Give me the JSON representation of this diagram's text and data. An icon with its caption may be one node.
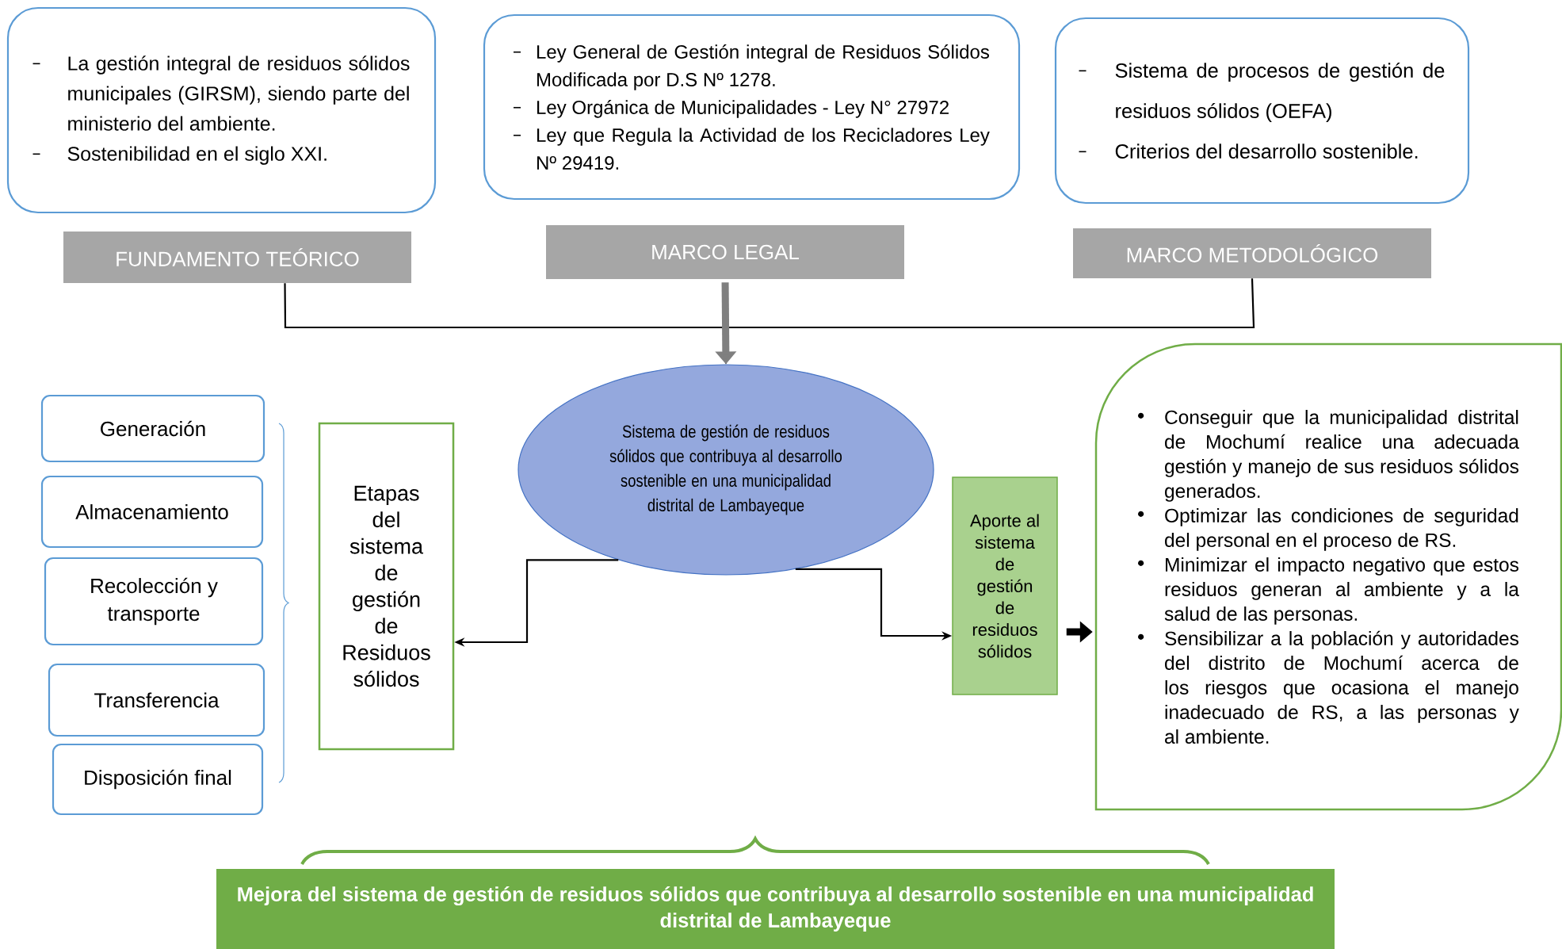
{
  "diagram": {
    "nodes": [
      {
        "text": [
          "La gestión integral de residuos sólidos municipales (GIRSM), siendo parte del ministerio del ambiente.",
          "Sostenibilidad en el siglo XXI."
        ]
      },
      {
        "text": [
          "FUNDAMENTO TEÓRICO"
        ]
      },
      {
        "text": [
          "Ley General de Gestión integral de Residuos Sólidos Modificada por D.S Nº 1278.",
          "Ley Orgánica de Municipalidades - Ley N° 27972",
          "Ley que Regula la Actividad de los Recicladores Ley Nº 29419."
        ]
      },
      {
        "text": [
          "MARCO LEGAL"
        ]
      },
      {
        "text": [
          "Sistema de procesos de gestión de residuos sólidos (OEFA)",
          "Criterios del desarrollo sostenible."
        ]
      },
      {
        "text": [
          "MARCO METODOLÓGICO"
        ]
      },
      {
        "text": [
          "Sistema de gestión de residuos sólidos que contribuya al desarrollo sostenible en una municipalidad distrital de Lambayeque"
        ]
      },
      {
        "text": [
          "Generación"
        ]
      },
      {
        "text": [
          "Almacenamiento"
        ]
      },
      {
        "text": [
          "Recolección y transporte"
        ]
      },
      {
        "text": [
          "Transferencia"
        ]
      },
      {
        "text": [
          "Disposición final"
        ]
      },
      {
        "text": [
          "Etapas del sistema de gestión de Residuos sólidos"
        ]
      },
      {
        "text": [
          "Aporte al sistema de gestión de residuos sólidos"
        ]
      },
      {
        "text": [
          "Conseguir que la municipalidad distrital de Mochumí realice una adecuada gestión y manejo de sus residuos sólidos generados.",
          "Optimizar las condiciones de seguridad del personal en el proceso de RS.",
          "Minimizar el impacto negativo que estos residuos generan al ambiente y a la salud de las personas.",
          "Sensibilizar a la población y autoridades del distrito de Mochumí acerca de los riesgos que ocasiona el manejo inadecuado de RS, a las personas y al ambiente."
        ]
      },
      {
        "text": [
          "Mejora del sistema de gestión de residuos sólidos que contribuya al desarrollo sostenible en una municipalidad distrital de Lambayeque"
        ]
      }
    ],
    "edges": [
      {
        "from": 1,
        "to": 6,
        "arrow": "to"
      },
      {
        "from": 3,
        "to": 6,
        "arrow": "to",
        "style": "thick",
        "color": "#7f7f7f"
      },
      {
        "from": 5,
        "to": 6,
        "arrow": "to"
      },
      {
        "from": 6,
        "to": 12,
        "arrow": "to"
      },
      {
        "from": 6,
        "to": 13,
        "arrow": "to"
      },
      {
        "from": 13,
        "to": 14,
        "arrow": "to",
        "style": "thick"
      }
    ]
  }
}
